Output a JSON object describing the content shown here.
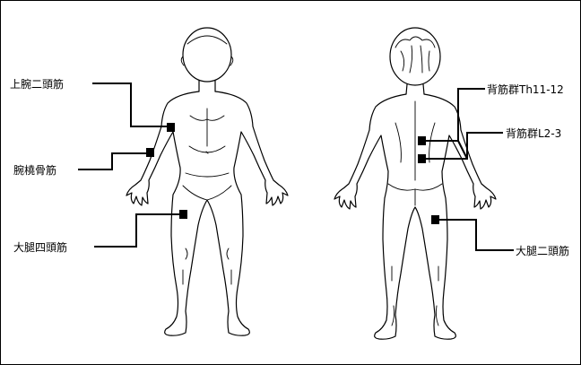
{
  "front_labels": {
    "biceps": "上腕二頭筋",
    "brachioradialis": "腕橈骨筋",
    "quadriceps": "大腿四頭筋"
  },
  "back_labels": {
    "paraspinal_upper": "背筋群Th11-12",
    "paraspinal_lower": "背筋群L2-3",
    "hamstrings": "大腿二頭筋"
  }
}
